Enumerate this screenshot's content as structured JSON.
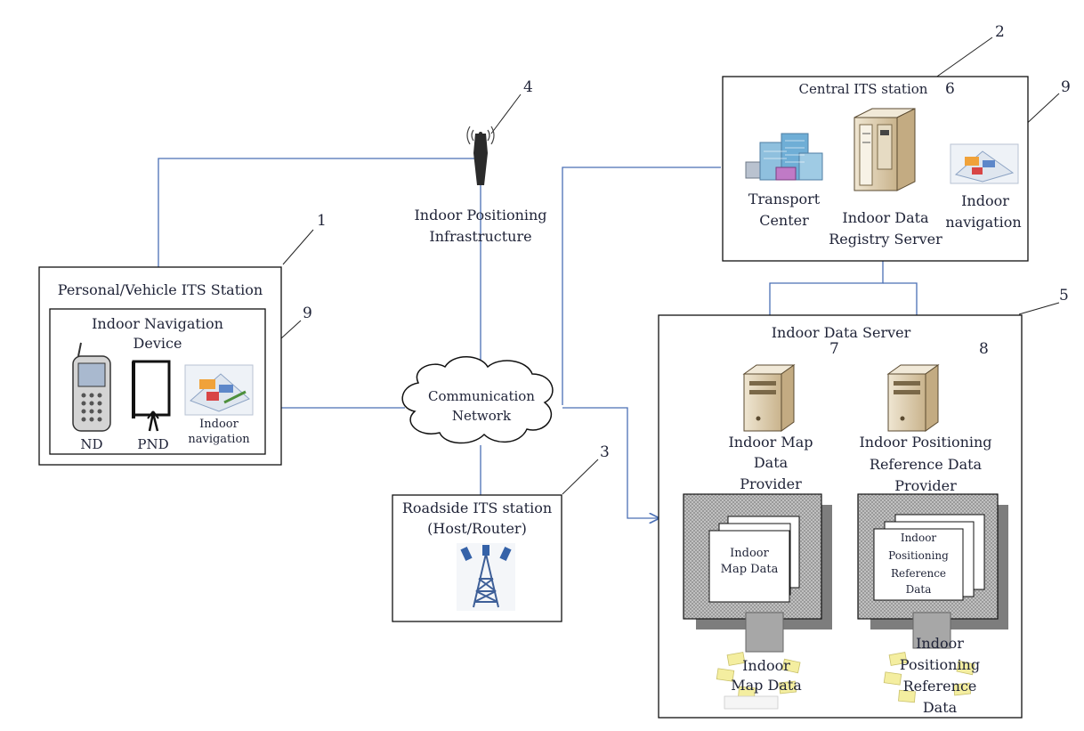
{
  "numbers": {
    "n1": "1",
    "n2": "2",
    "n3": "3",
    "n4": "4",
    "n5": "5",
    "n6": "6",
    "n7": "7",
    "n8": "8",
    "n9a": "9",
    "n9b": "9"
  },
  "personal_station": {
    "title": "Personal/Vehicle ITS Station",
    "device_title_1": "Indoor Navigation",
    "device_title_2": "Device",
    "nd_label": "ND",
    "pnd_label": "PND",
    "nav_label_1": "Indoor",
    "nav_label_2": "navigation"
  },
  "positioning_infra": {
    "label_1": "Indoor Positioning",
    "label_2": "Infrastructure"
  },
  "network": {
    "label_1": "Communication",
    "label_2": "Network"
  },
  "roadside_station": {
    "title_1": "Roadside ITS station",
    "title_2": "(Host/Router)"
  },
  "central_station": {
    "title": "Central ITS station",
    "transport_1": "Transport",
    "transport_2": "Center",
    "registry_1": "Indoor Data",
    "registry_2": "Registry Server",
    "nav_1": "Indoor",
    "nav_2": "navigation"
  },
  "indoor_data_server": {
    "title": "Indoor Data Server",
    "map_provider_1": "Indoor Map",
    "map_provider_2": "Data",
    "map_provider_3": "Provider",
    "pos_provider_1": "Indoor Positioning",
    "pos_provider_2": "Reference Data",
    "pos_provider_3": "Provider",
    "map_doc_1": "Indoor",
    "map_doc_2": "Map Data",
    "pos_doc_1": "Indoor",
    "pos_doc_2": "Positioning",
    "pos_doc_3": "Reference",
    "pos_doc_4": "Data",
    "map_out_1": "Indoor",
    "map_out_2": "Map Data",
    "pos_out_1": "Indoor",
    "pos_out_2": "Positioning",
    "pos_out_3": "Reference",
    "pos_out_4": "Data"
  },
  "colors": {
    "connector": "#4a6fb5",
    "box_border": "#111111",
    "server_body": "#d9c6a5",
    "building": "#7fb4d6"
  }
}
